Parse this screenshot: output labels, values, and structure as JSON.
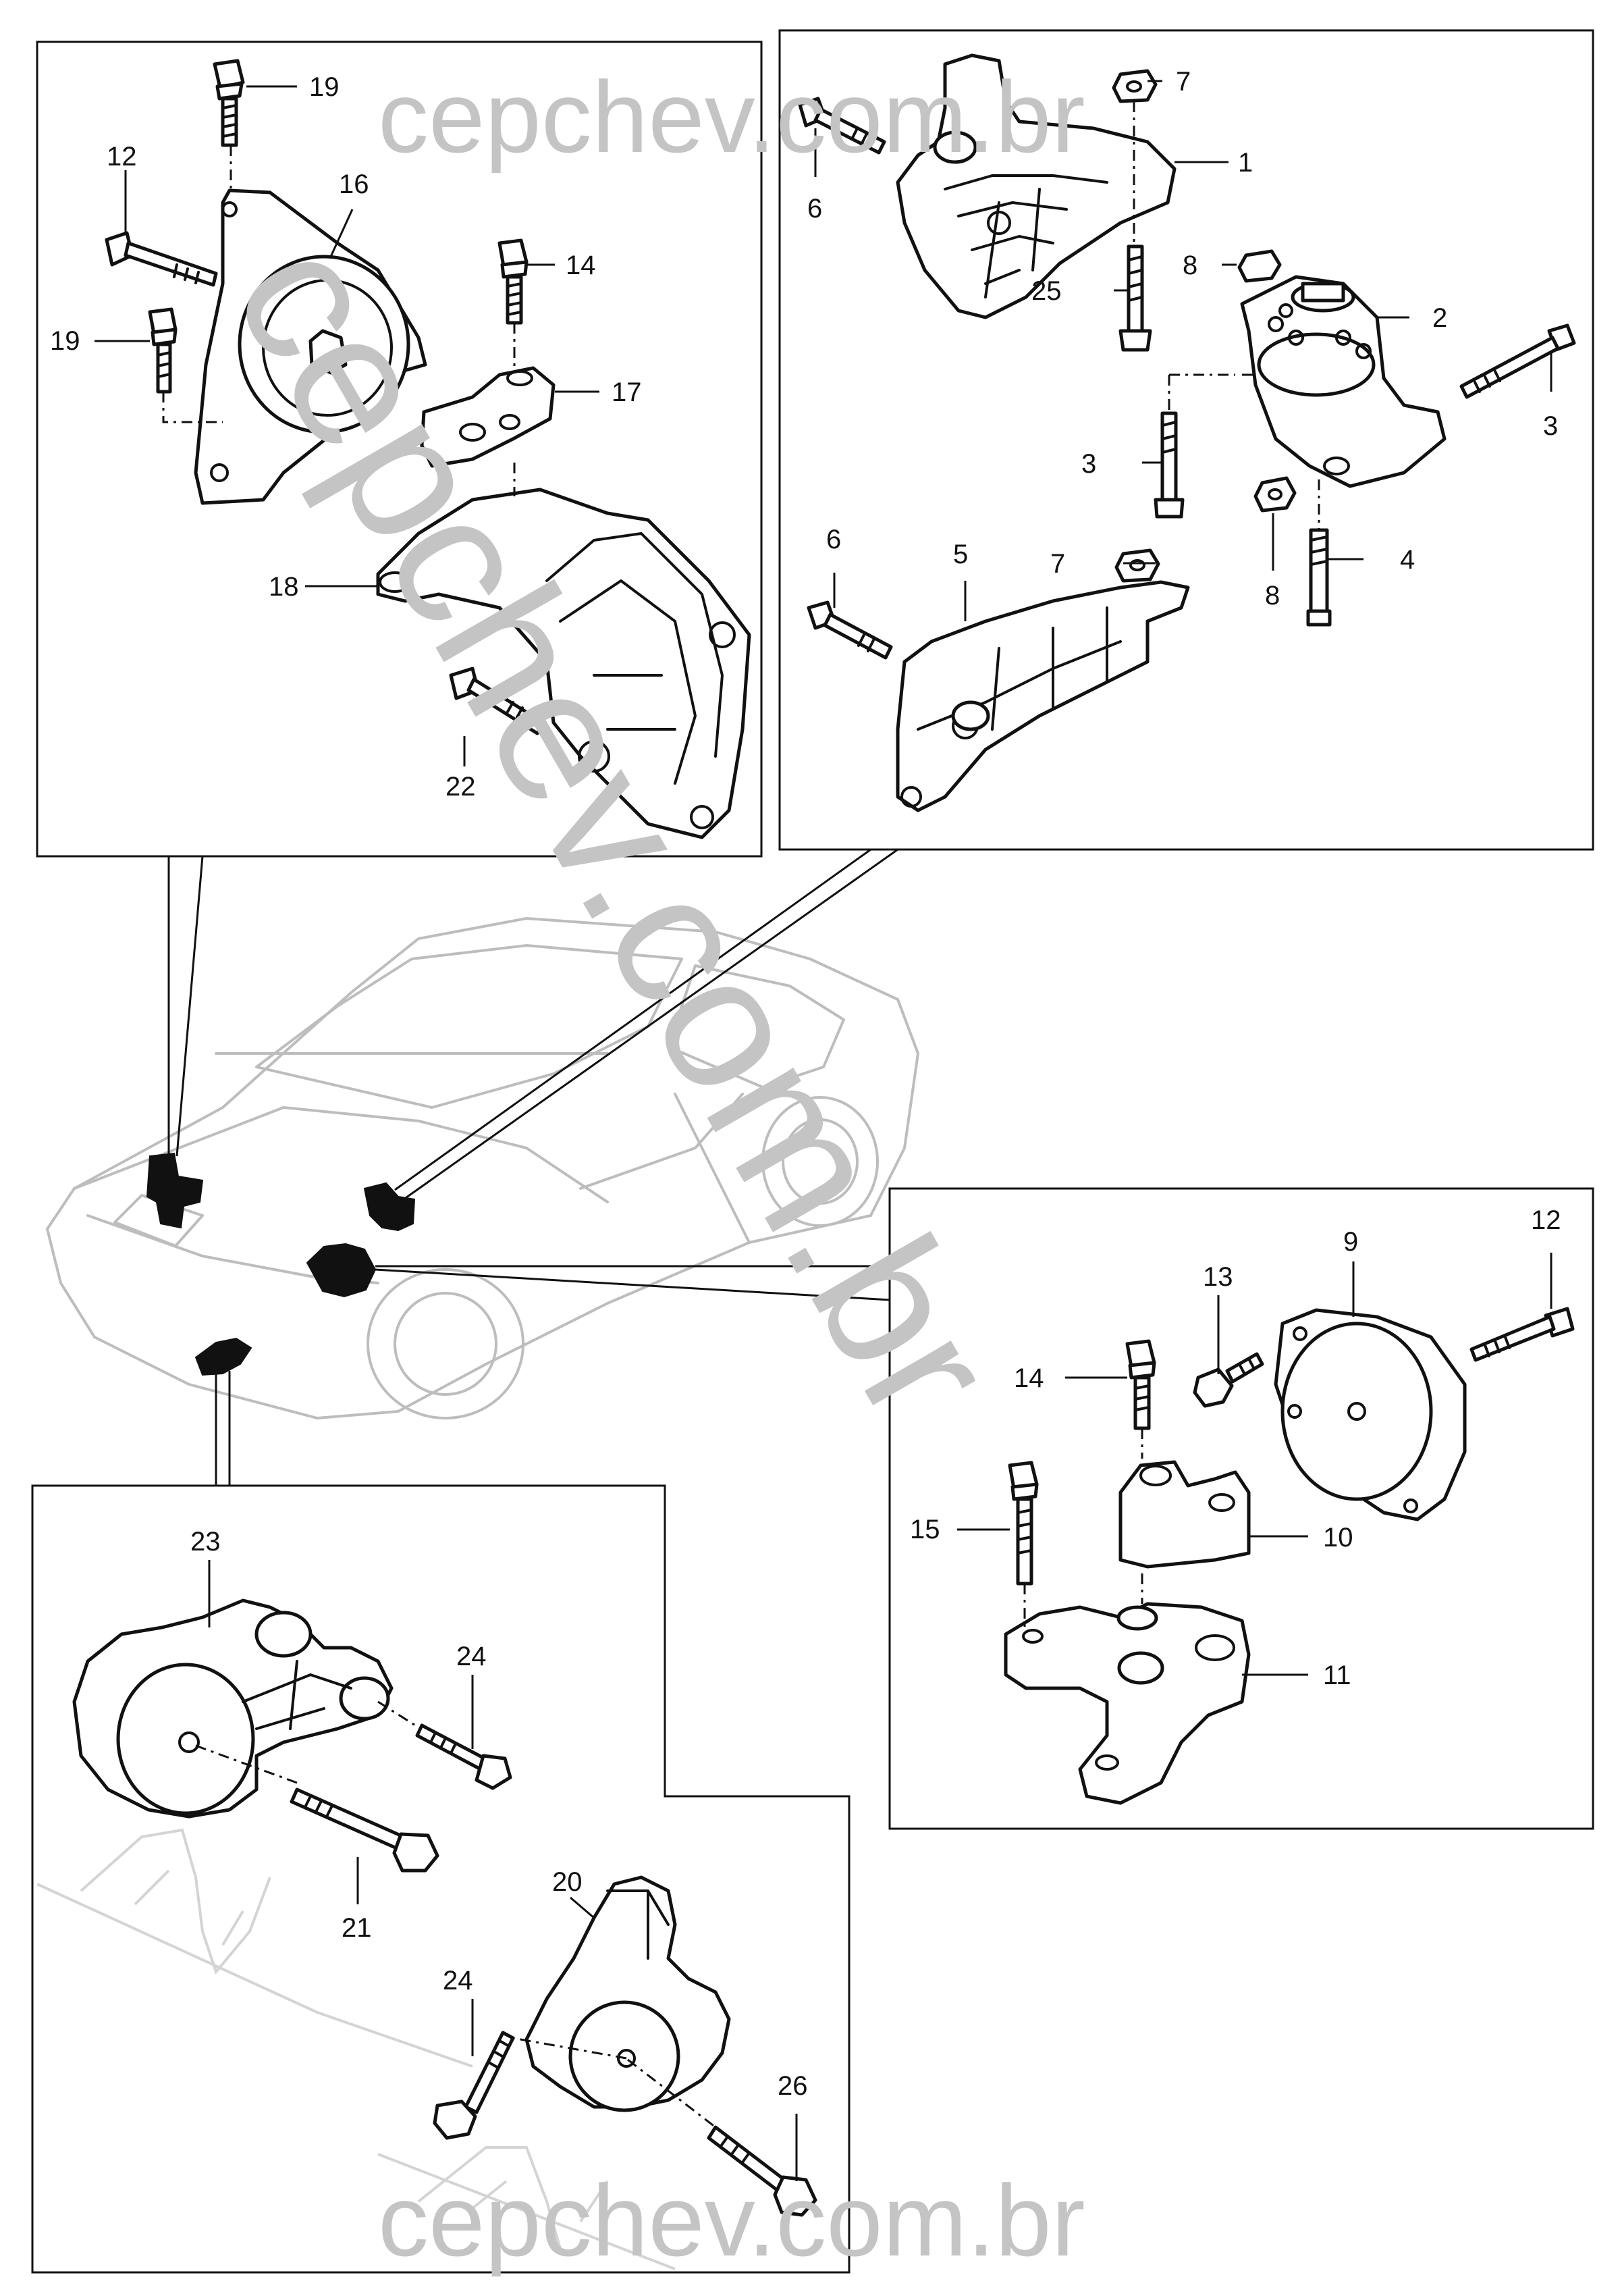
{
  "watermark": {
    "top": "cepchev.com.br",
    "diagonal": "cepchev.com.br",
    "bottom": "cepchev.com.br"
  },
  "callouts": {
    "p1": "1",
    "p2": "2",
    "p3a": "3",
    "p3b": "3",
    "p4": "4",
    "p5": "5",
    "p6a": "6",
    "p6b": "6",
    "p7a": "7",
    "p7b": "7",
    "p8a": "8",
    "p8b": "8",
    "p9": "9",
    "p10": "10",
    "p11": "11",
    "p12a": "12",
    "p12b": "12",
    "p13": "13",
    "p14a": "14",
    "p14b": "14",
    "p15": "15",
    "p16": "16",
    "p17": "17",
    "p18": "18",
    "p19a": "19",
    "p19b": "19",
    "p20": "20",
    "p21": "21",
    "p22": "22",
    "p23": "23",
    "p24a": "24",
    "p24b": "24",
    "p25": "25",
    "p26": "26"
  },
  "colors": {
    "line": "#111111",
    "car": "#bdbdbd",
    "watermark": "#c4c4c4"
  }
}
